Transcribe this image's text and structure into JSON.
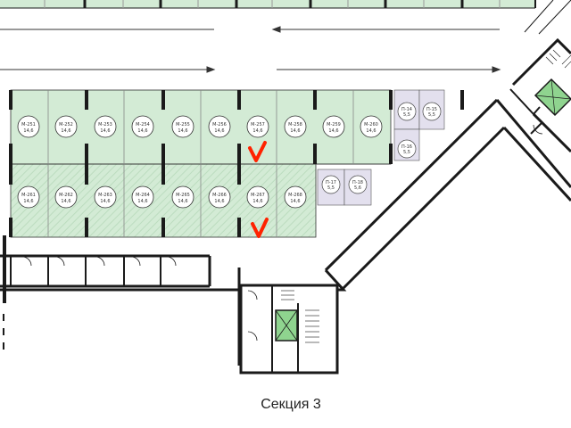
{
  "caption": "Секция 3",
  "colors": {
    "spot_green": "#d3ebd5",
    "spot_green_hatch": "#c5e2c8",
    "storage_lilac": "#e3e0ee",
    "wall": "#1a1a1a",
    "mark": "#ff2200",
    "elevator": "#8fd48f"
  },
  "top_row_spots": [
    {
      "num": "М-251",
      "area": "14,6"
    },
    {
      "num": "М-252",
      "area": "14,6"
    },
    {
      "num": "М-253",
      "area": "14,6"
    },
    {
      "num": "М-254",
      "area": "14,6"
    },
    {
      "num": "М-255",
      "area": "14,6"
    },
    {
      "num": "М-256",
      "area": "14,6"
    },
    {
      "num": "М-257",
      "area": "14,6"
    },
    {
      "num": "М-258",
      "area": "14,6"
    },
    {
      "num": "М-259",
      "area": "14,6"
    },
    {
      "num": "М-260",
      "area": "14,6"
    }
  ],
  "bottom_row_spots": [
    {
      "num": "М-261",
      "area": "14,6"
    },
    {
      "num": "М-262",
      "area": "14,6"
    },
    {
      "num": "М-263",
      "area": "14,6"
    },
    {
      "num": "М-264",
      "area": "14,6"
    },
    {
      "num": "М-265",
      "area": "14,6"
    },
    {
      "num": "М-266",
      "area": "14,6"
    },
    {
      "num": "М-267",
      "area": "14,6"
    },
    {
      "num": "М-268",
      "area": "14,6"
    }
  ],
  "storage_units": [
    {
      "num": "П-14",
      "area": "5,5"
    },
    {
      "num": "П-15",
      "area": "5,5"
    },
    {
      "num": "П-16",
      "area": "5,5"
    },
    {
      "num": "П-17",
      "area": "5,5"
    },
    {
      "num": "П-18",
      "area": "5,6"
    }
  ],
  "selection_marks": [
    {
      "spot": "М-257",
      "symbol": "V"
    },
    {
      "spot": "М-267",
      "symbol": "V"
    }
  ]
}
